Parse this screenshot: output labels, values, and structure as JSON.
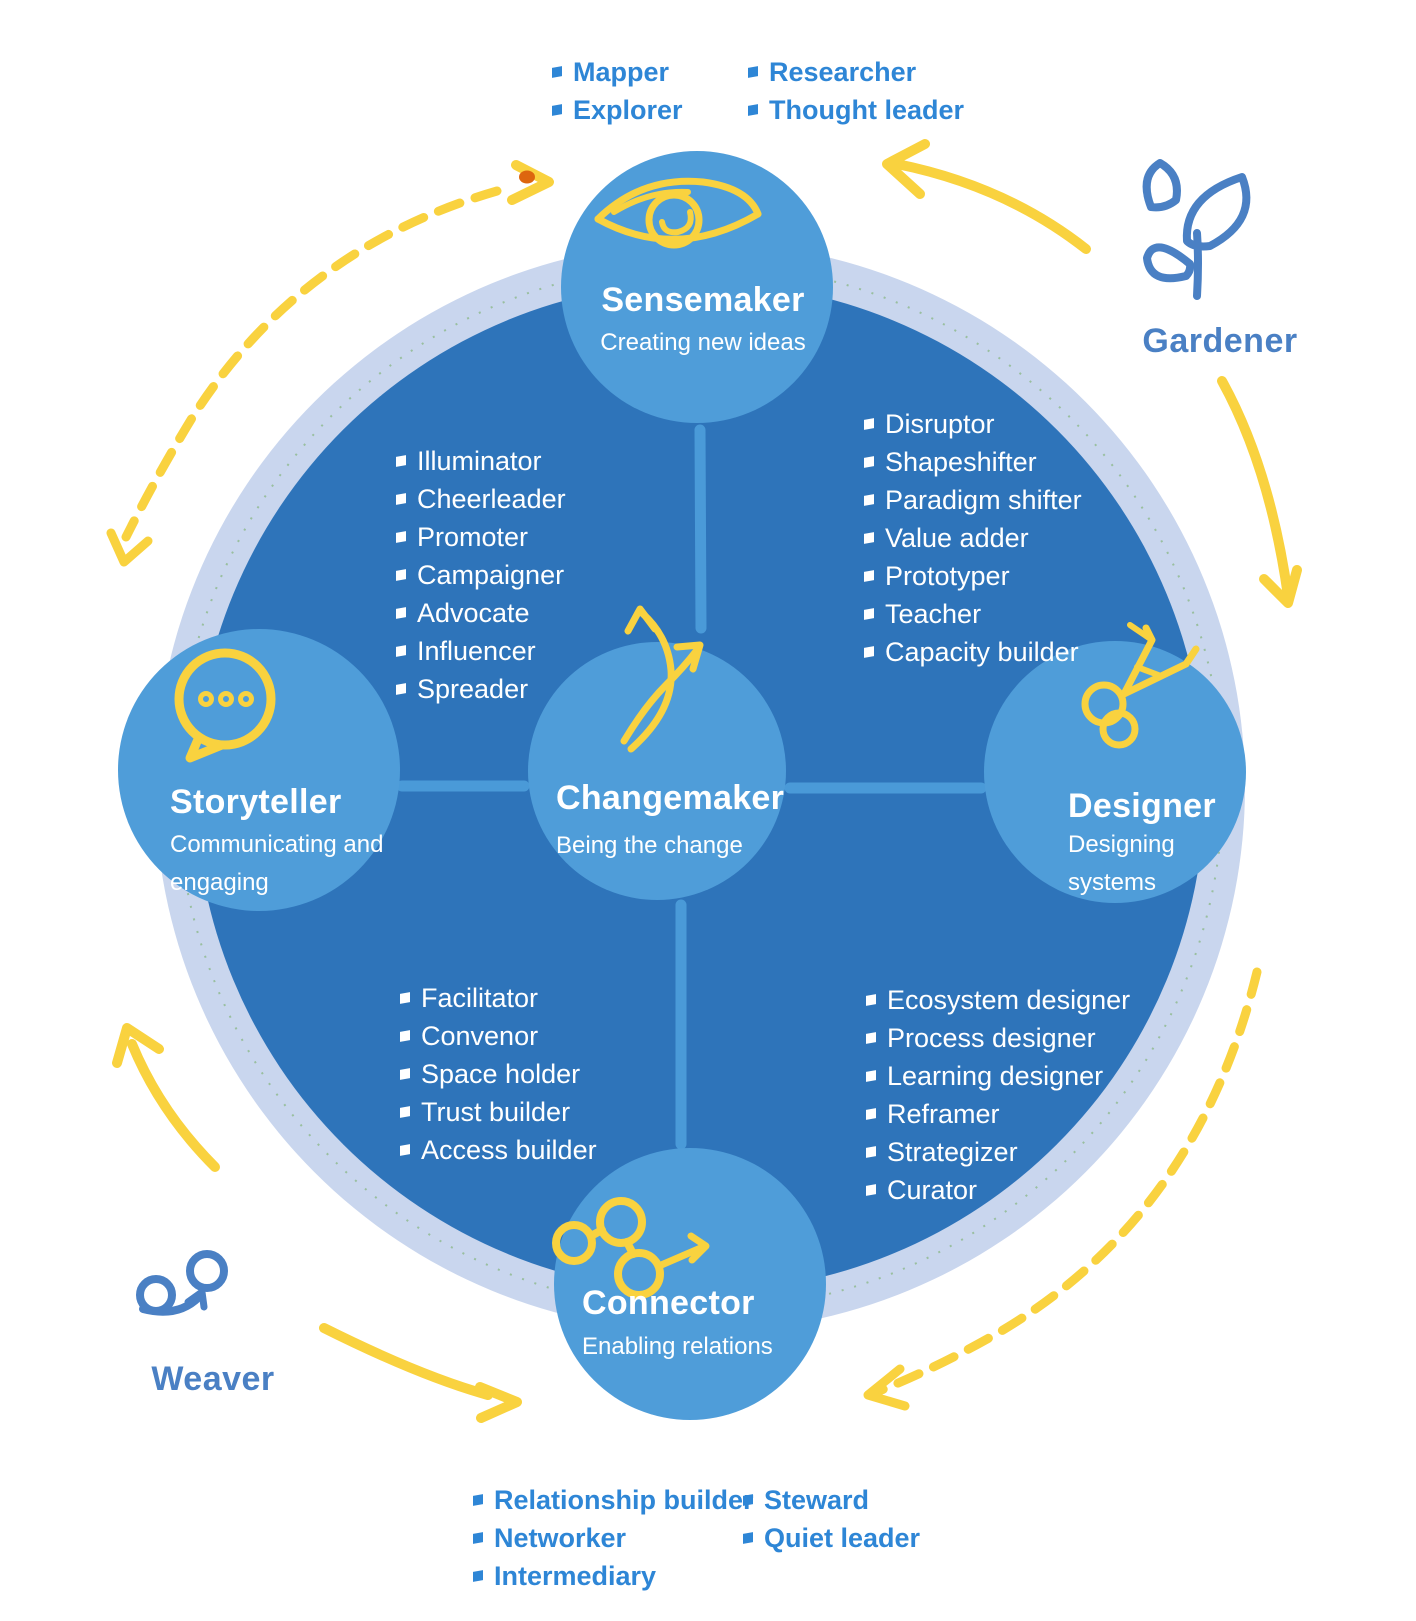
{
  "colors": {
    "ring": "#c9d6ee",
    "disc": "#2e74ba",
    "node": "#4f9dd9",
    "spoke": "#4a9ad8",
    "yellow": "#f9d23f",
    "orange": "#dd660f",
    "outer-text": "#2e86d6",
    "label-text": "#4a80c4",
    "green": "#6aa84f"
  },
  "nodes": {
    "sensemaker": {
      "title": "Sensemaker",
      "subtitle": "Creating new ideas",
      "icon": "eye-icon"
    },
    "storyteller": {
      "title": "Storyteller",
      "subtitle": "Communicating and engaging",
      "icon": "speech-bubble-icon"
    },
    "changemaker": {
      "title": "Changemaker",
      "subtitle": "Being the change",
      "icon": "crossed-arrows-icon"
    },
    "designer": {
      "title": "Designer",
      "subtitle": "Designing systems",
      "icon": "compass-icon"
    },
    "connector": {
      "title": "Connector",
      "subtitle": "Enabling relations",
      "icon": "network-icon"
    }
  },
  "corner_labels": {
    "gardener": "Gardener",
    "weaver": "Weaver"
  },
  "outside_lists": {
    "sensemaker_top_left": [
      "Mapper",
      "Explorer"
    ],
    "sensemaker_top_right": [
      "Researcher",
      "Thought leader"
    ],
    "connector_bottom_left": [
      "Relationship builder",
      "Networker",
      "Intermediary"
    ],
    "connector_bottom_right": [
      "Steward",
      "Quiet leader"
    ]
  },
  "inside_lists": {
    "upper_left": [
      "Illuminator",
      "Cheerleader",
      "Promoter",
      "Campaigner",
      "Advocate",
      "Influencer",
      "Spreader"
    ],
    "upper_right": [
      "Disruptor",
      "Shapeshifter",
      "Paradigm shifter",
      "Value adder",
      "Prototyper",
      "Teacher",
      "Capacity builder"
    ],
    "lower_left": [
      "Facilitator",
      "Convenor",
      "Space holder",
      "Trust builder",
      "Access builder"
    ],
    "lower_right": [
      "Ecosystem designer",
      "Process designer",
      "Learning designer",
      "Reframer",
      "Strategizer",
      "Curator"
    ]
  }
}
